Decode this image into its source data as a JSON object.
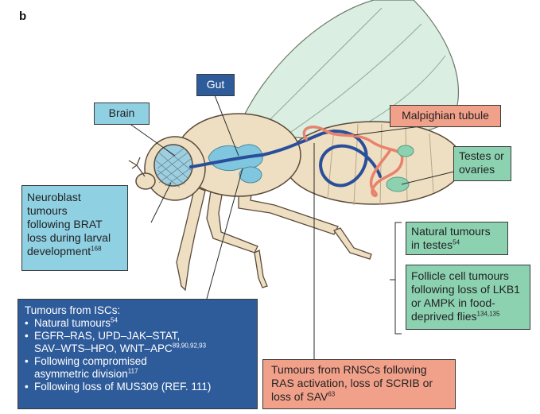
{
  "panel_letter": "b",
  "labels": {
    "gut": "Gut",
    "brain": "Brain",
    "malpighian": "Malpighian tubule",
    "testes_line1": "Testes or",
    "testes_line2": "ovaries"
  },
  "neuroblast": {
    "lines": [
      "Neuroblast",
      "tumours",
      "following BRAT",
      "loss during larval"
    ],
    "last_text": "development",
    "last_ref": "168"
  },
  "natural_testes": {
    "line1": "Natural tumours",
    "line2_text": "in testes",
    "line2_ref": "54"
  },
  "follicle": {
    "lines": [
      "Follicle cell tumours",
      "following loss of LKB1",
      "or AMPK in food-"
    ],
    "last_text": "deprived flies",
    "last_ref": "134,135"
  },
  "isc": {
    "heading": "Tumours from ISCs:",
    "item1_text": "Natural tumours",
    "item1_ref": "54",
    "item2_line1": "EGFR–RAS, UPD–JAK–STAT,",
    "item2_line2_text": "SAV–WTS–HPO, WNT–APC",
    "item2_line2_ref": "89,90,92,93",
    "item3_line1": "Following compromised",
    "item3_line2_text": "asymmetric division",
    "item3_line2_ref": "117",
    "item4_text": "Following loss of MUS309 (REF. 111)"
  },
  "rnsc": {
    "line1": "Tumours from RNSCs following",
    "line2": "RAS activation, loss of SCRIB or",
    "line3_text": "loss of SAV",
    "line3_ref": "63"
  },
  "colors": {
    "body": "#eedfc2",
    "body_outline": "#5a4a3a",
    "wing": "#cfe8d8",
    "gut_blue": "#2a4f9a",
    "tubule_salmon": "#e9826c",
    "brain_blue": "#7fc6de",
    "gonad_green": "#8cd2b1"
  }
}
